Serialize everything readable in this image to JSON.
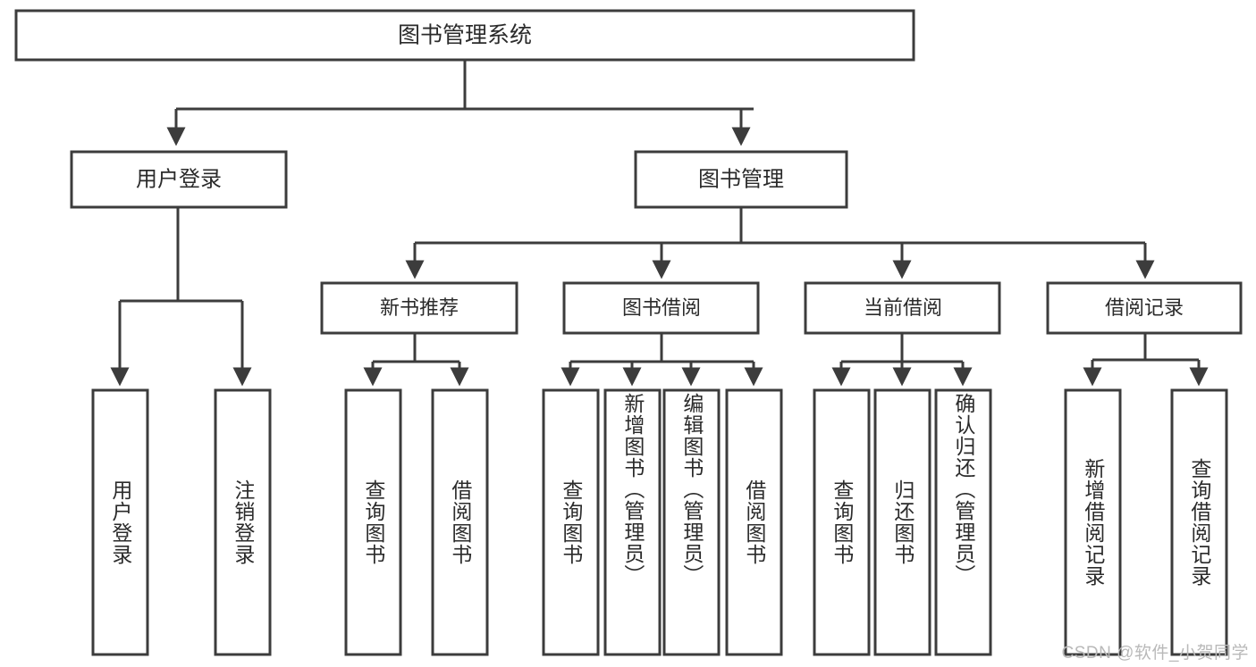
{
  "diagram": {
    "type": "hierarchy-tree",
    "title": "图书管理系统",
    "orientation": "top-down",
    "watermark": "CSDN @软件_小贺同学",
    "colors": {
      "stroke": "#3c3c3c",
      "box_fill": "#ffffff",
      "text": "#2b2b2b",
      "background": "#ffffff",
      "watermark": "#b9b9b9"
    },
    "root": {
      "label": "图书管理系统",
      "children": [
        {
          "label": "用户登录",
          "children": [
            {
              "label": "用户登录"
            },
            {
              "label": "注销登录"
            }
          ]
        },
        {
          "label": "图书管理",
          "children": [
            {
              "label": "新书推荐",
              "children": [
                {
                  "label": "查询图书"
                },
                {
                  "label": "借阅图书"
                }
              ]
            },
            {
              "label": "图书借阅",
              "children": [
                {
                  "label": "查询图书"
                },
                {
                  "label": "新增图书（管理员）"
                },
                {
                  "label": "编辑图书（管理员）"
                },
                {
                  "label": "借阅图书"
                }
              ]
            },
            {
              "label": "当前借阅",
              "children": [
                {
                  "label": "查询图书"
                },
                {
                  "label": "归还图书"
                },
                {
                  "label": "确认归还（管理员）"
                }
              ]
            },
            {
              "label": "借阅记录",
              "children": [
                {
                  "label": "新增借阅记录"
                },
                {
                  "label": "查询借阅记录"
                }
              ]
            }
          ]
        }
      ]
    },
    "nodes": {
      "root_title": "图书管理系统",
      "user_login": "用户登录",
      "book_manage": "图书管理",
      "l2_new_book": "新书推荐",
      "l2_borrow": "图书借阅",
      "l2_current": "当前借阅",
      "l2_record": "借阅记录",
      "leaf_user_login": "用户登录",
      "leaf_logout": "注销登录",
      "leaf_nb_query": "查询图书",
      "leaf_nb_borrow": "借阅图书",
      "leaf_bb_query": "查询图书",
      "leaf_bb_add": "新增图书（管理员）",
      "leaf_bb_edit": "编辑图书（管理员）",
      "leaf_bb_borrow": "借阅图书",
      "leaf_cb_query": "查询图书",
      "leaf_cb_return": "归还图书",
      "leaf_cb_confirm": "确认归还（管理员）",
      "leaf_br_add": "新增借阅记录",
      "leaf_br_query": "查询借阅记录"
    }
  }
}
